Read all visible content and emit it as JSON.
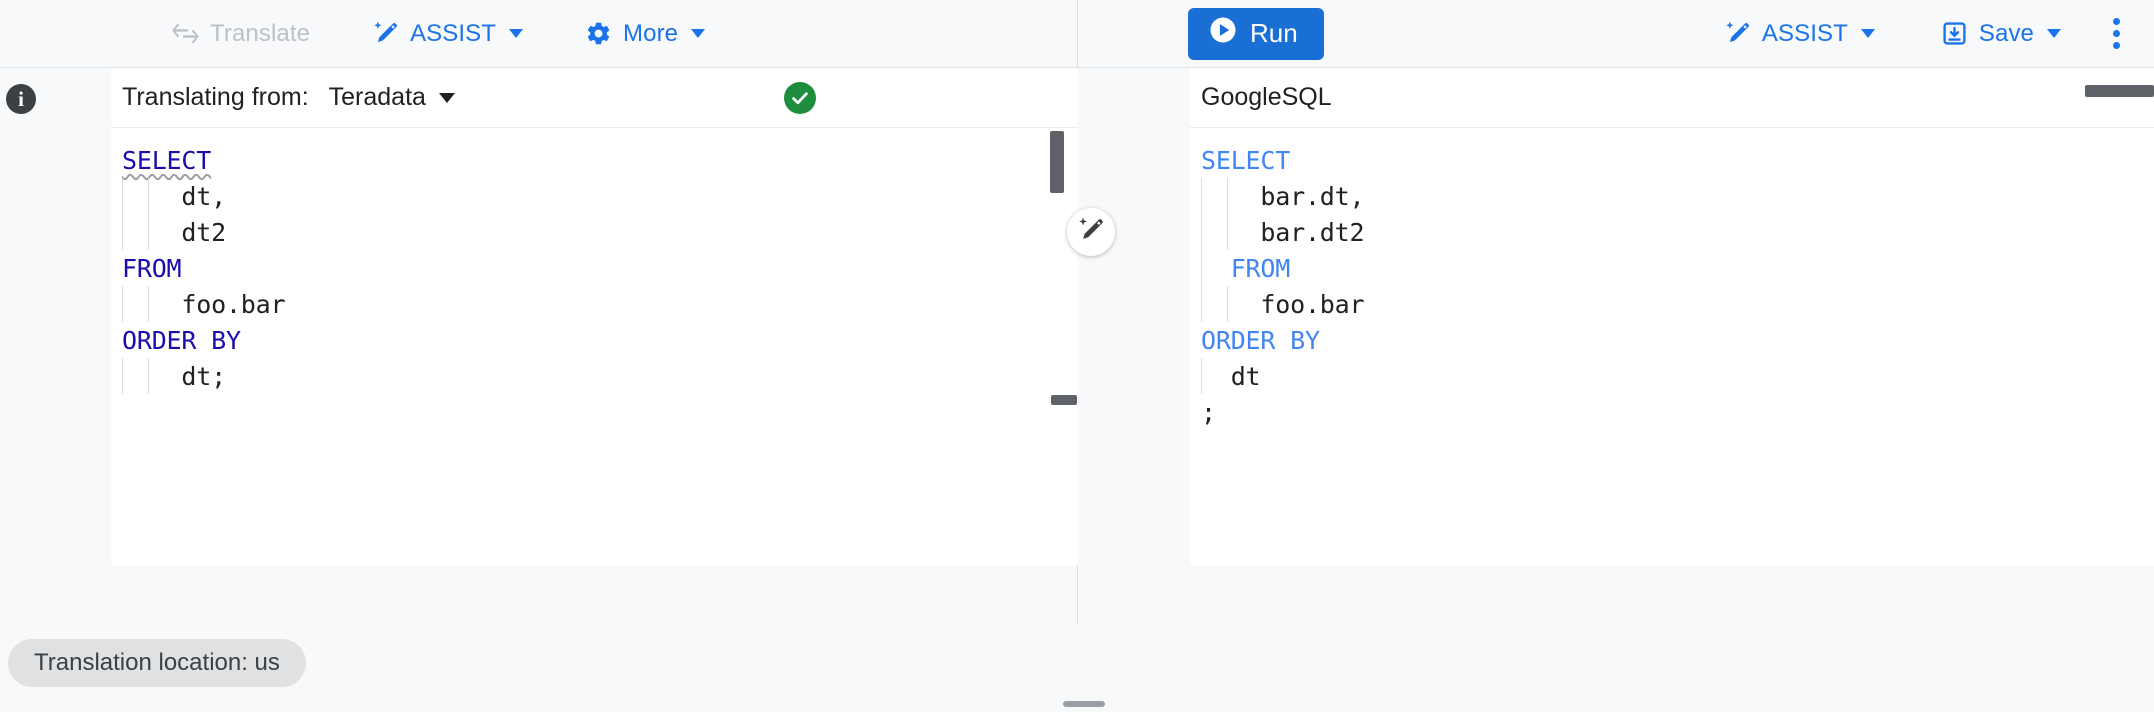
{
  "toolbar": {
    "left": [
      {
        "name": "translate",
        "label": "Translate",
        "icon": "swap-arrows-icon",
        "disabled": true,
        "caret": false
      },
      {
        "name": "assist",
        "label": "ASSIST",
        "icon": "magic-wand-icon",
        "disabled": false,
        "caret": true
      },
      {
        "name": "more",
        "label": "More",
        "icon": "gear-icon",
        "disabled": false,
        "caret": true
      }
    ],
    "run_label": "Run",
    "run_icon": "play-circle-icon",
    "run_color": "#1a6fd4",
    "right": [
      {
        "name": "assist",
        "label": "ASSIST",
        "icon": "magic-wand-icon",
        "caret": true
      },
      {
        "name": "save",
        "label": "Save",
        "icon": "save-icon",
        "caret": true
      }
    ],
    "overflow_icon": "kebab-menu-icon",
    "accent_color": "#1a73e8",
    "disabled_color": "#bdc1c6"
  },
  "left_pane": {
    "lang_label": "Translating from:",
    "lang_value": "Teradata",
    "status_icon": "check-circle-icon",
    "status_color": "#1e8e3e",
    "gutter_icon": "info-icon",
    "lines": [
      {
        "n": "1",
        "tokens": [
          {
            "t": "SELECT",
            "c": "kw-dark squiggle"
          }
        ],
        "guides": []
      },
      {
        "n": "2",
        "tokens": [
          {
            "t": "    dt,",
            "c": ""
          }
        ],
        "guides": [
          0,
          26
        ]
      },
      {
        "n": "3",
        "tokens": [
          {
            "t": "    dt2",
            "c": ""
          }
        ],
        "guides": [
          0,
          26
        ]
      },
      {
        "n": "4",
        "tokens": [
          {
            "t": "FROM",
            "c": "kw-dark"
          }
        ],
        "guides": []
      },
      {
        "n": "5",
        "tokens": [
          {
            "t": "    foo.bar",
            "c": ""
          }
        ],
        "guides": [
          0,
          26
        ]
      },
      {
        "n": "6",
        "tokens": [
          {
            "t": "ORDER BY",
            "c": "kw-dark"
          }
        ],
        "guides": []
      },
      {
        "n": "7",
        "tokens": [
          {
            "t": "    dt;",
            "c": ""
          }
        ],
        "guides": [
          0,
          26
        ]
      },
      {
        "n": "8",
        "tokens": [
          {
            "t": "",
            "c": ""
          }
        ],
        "guides": []
      }
    ]
  },
  "right_pane": {
    "lang_value": "GoogleSQL",
    "fab_icon": "magic-wand-icon",
    "lines": [
      {
        "n": "1",
        "tokens": [
          {
            "t": "SELECT",
            "c": "kw-light"
          }
        ],
        "guides": []
      },
      {
        "n": "2",
        "tokens": [
          {
            "t": "    bar.dt,",
            "c": ""
          }
        ],
        "guides": [
          0,
          26
        ]
      },
      {
        "n": "3",
        "tokens": [
          {
            "t": "    bar.dt2",
            "c": ""
          }
        ],
        "guides": [
          0,
          26
        ]
      },
      {
        "n": "4",
        "tokens": [
          {
            "t": "  FROM",
            "c": "kw-light"
          }
        ],
        "guides": [
          0
        ]
      },
      {
        "n": "5",
        "tokens": [
          {
            "t": "    foo.bar",
            "c": ""
          }
        ],
        "guides": [
          0,
          26
        ]
      },
      {
        "n": "6",
        "tokens": [
          {
            "t": "ORDER BY",
            "c": "kw-light"
          }
        ],
        "guides": []
      },
      {
        "n": "7",
        "tokens": [
          {
            "t": "  dt",
            "c": ""
          }
        ],
        "guides": [
          0
        ]
      },
      {
        "n": "8",
        "tokens": [
          {
            "t": ";",
            "c": ""
          }
        ],
        "guides": []
      },
      {
        "n": "9",
        "tokens": [
          {
            "t": "",
            "c": ""
          }
        ],
        "guides": []
      }
    ]
  },
  "status": {
    "location_chip": "Translation location: us"
  }
}
